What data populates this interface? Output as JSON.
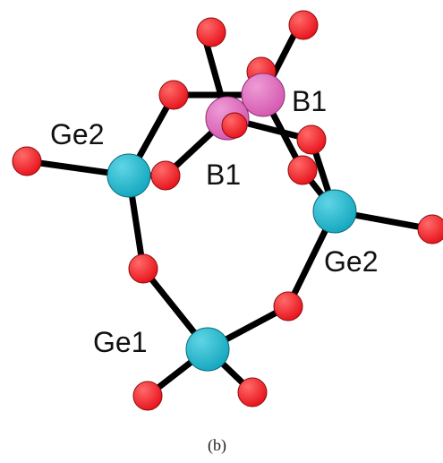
{
  "figure": {
    "caption": "(b)",
    "labels": {
      "ge2_left": "Ge2",
      "b1_top": "B1",
      "b1_bottom": "B1",
      "ge2_right": "Ge2",
      "ge1": "Ge1"
    },
    "colors": {
      "oxygen": "#e8161e",
      "germanium": "#18a9c0",
      "boron": "#d65bb1",
      "bond": "#000000",
      "label": "#111111"
    }
  }
}
